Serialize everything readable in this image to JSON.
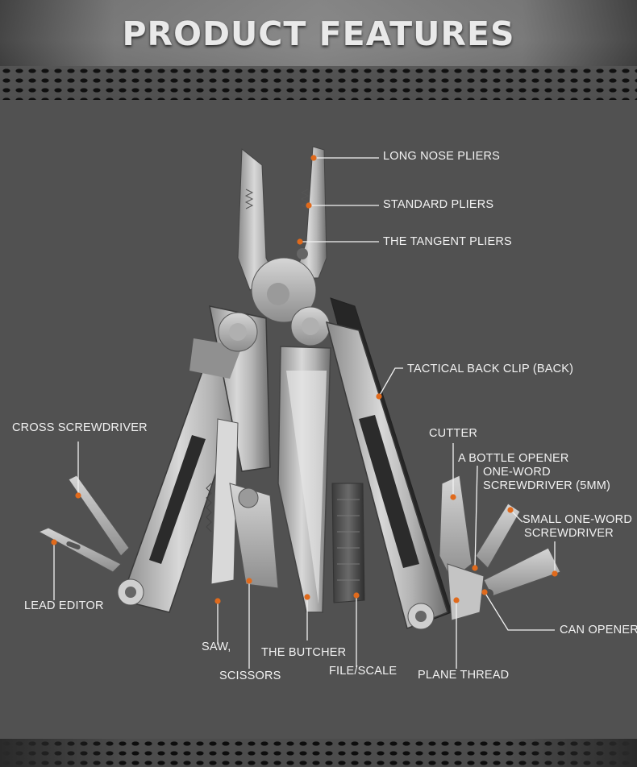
{
  "title": "PRODUCT FEATURES",
  "colors": {
    "background": "#515151",
    "accent": "#e06a1c",
    "text": "#f2f2f2"
  },
  "labels": {
    "long_nose_pliers": "LONG NOSE PLIERS",
    "standard_pliers": "STANDARD PLIERS",
    "tangent_pliers": "THE TANGENT PLIERS",
    "tactical_back_clip": "TACTICAL BACK CLIP (BACK)",
    "cross_screwdriver": "CROSS SCREWDRIVER",
    "cutter": "CUTTER",
    "bottle_opener": "A BOTTLE OPENER",
    "one_word_screwdriver_1": "ONE-WORD",
    "one_word_screwdriver_2": "SCREWDRIVER (5MM)",
    "small_screwdriver_1": "SMALL ONE-WORD",
    "small_screwdriver_2": "SCREWDRIVER",
    "lead_editor": "LEAD EDITOR",
    "can_opener": "CAN OPENER",
    "saw": "SAW,",
    "the_butcher": "THE BUTCHER",
    "scissors": "SCISSORS",
    "file_scale": "FILE/SCALE",
    "plane_thread": "PLANE THREAD"
  }
}
